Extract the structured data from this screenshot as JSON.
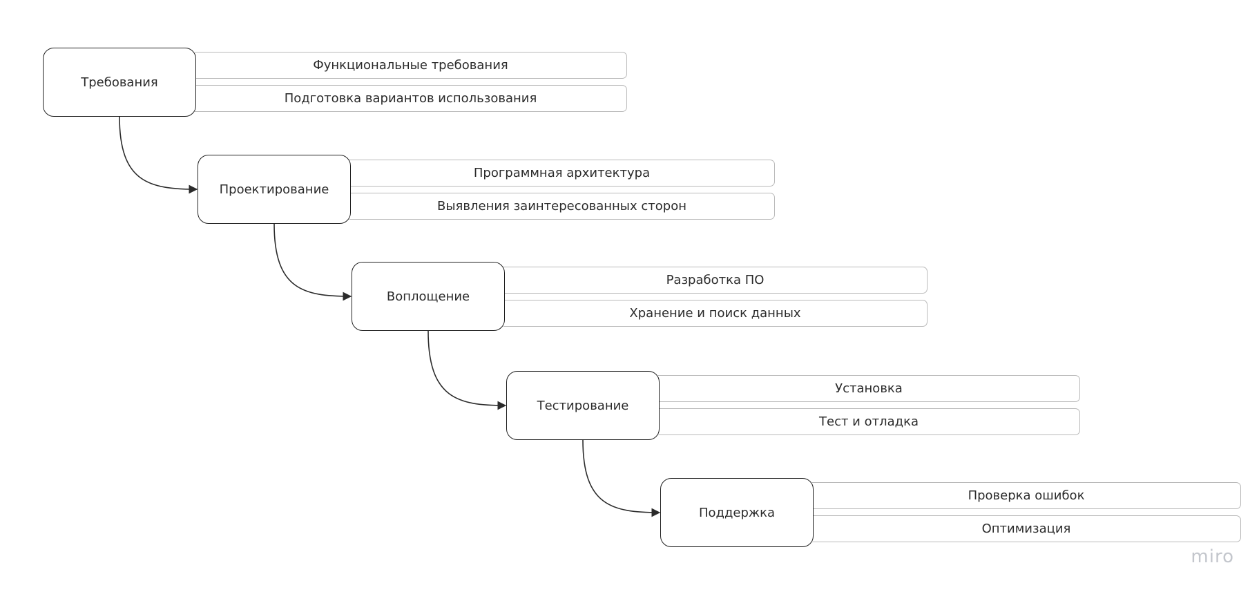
{
  "phases": [
    {
      "label": "Требования",
      "subs": [
        "Функциональные требования",
        "Подготовка вариантов использования"
      ]
    },
    {
      "label": "Проектирование",
      "subs": [
        "Программная архитектура",
        "Выявления заинтересованных сторон"
      ]
    },
    {
      "label": "Воплощение",
      "subs": [
        "Разработка ПО",
        "Хранение и поиск данных"
      ]
    },
    {
      "label": "Тестирование",
      "subs": [
        "Установка",
        "Тест и отладка"
      ]
    },
    {
      "label": "Поддержка",
      "subs": [
        "Проверка ошибок",
        "Оптимизация"
      ]
    }
  ],
  "logo": "miro",
  "colors": {
    "border": "#1f1f1f",
    "sub_border": "#b9b9b9",
    "text": "#2b2b2b",
    "logo": "#c3c6cc"
  }
}
